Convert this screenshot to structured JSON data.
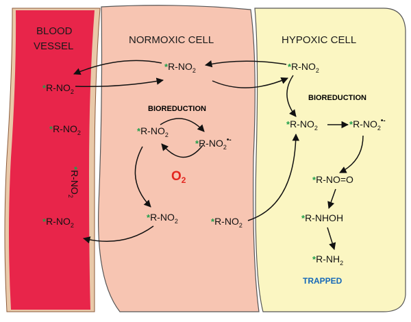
{
  "compartments": {
    "blood_vessel": {
      "label_line1": "BLOOD",
      "label_line2": "VESSEL",
      "color": "#e8254a"
    },
    "normoxic_cell": {
      "label": "NORMOXIC CELL",
      "color": "#f7c5b2"
    },
    "hypoxic_cell": {
      "label": "HYPOXIC CELL",
      "color": "#fbf6c2"
    }
  },
  "annotations": {
    "bioreduction_normoxic": "BIOREDUCTION",
    "bioreduction_hypoxic": "BIOREDUCTION",
    "oxygen": "O",
    "oxygen_sub": "2",
    "trapped": "TRAPPED"
  },
  "colors": {
    "star": "#1f9e4a",
    "oxygen": "#e3261f",
    "trapped": "#1568b8"
  },
  "molecules": {
    "star": "*",
    "rno2_main": "R-NO",
    "rno2_sub": "2",
    "radical": "•-",
    "nitroso": "R-NO=O",
    "hydroxylamine": "R-NHOH",
    "amine_main": "R-NH",
    "amine_sub": "2"
  }
}
